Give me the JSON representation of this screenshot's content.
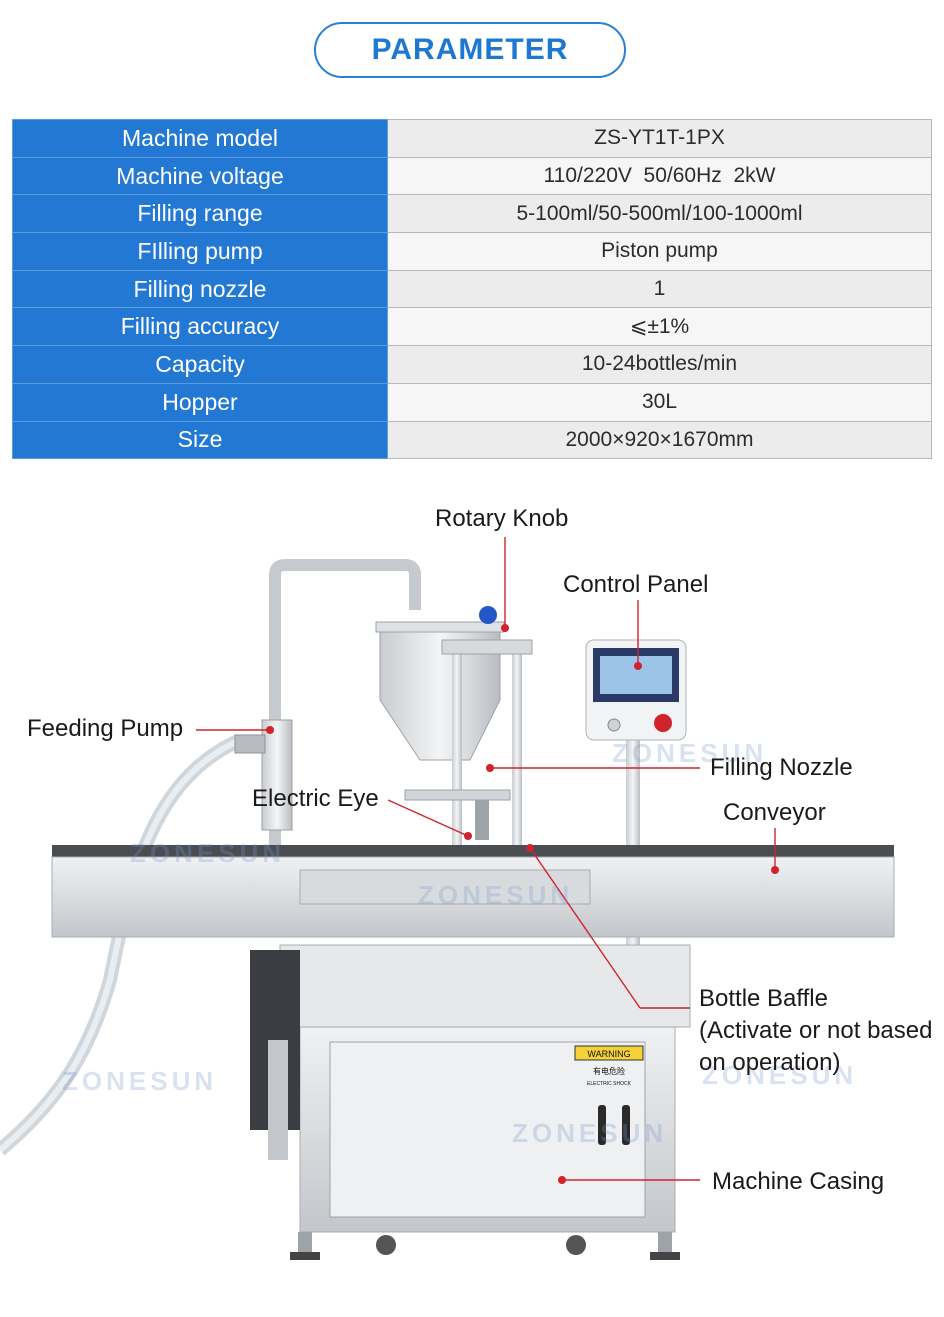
{
  "header": {
    "title": "PARAMETER"
  },
  "parameters": [
    {
      "label": "Machine model",
      "value": "ZS-YT1T-1PX"
    },
    {
      "label": "Machine voltage",
      "value": "110/220V  50/60Hz  2kW"
    },
    {
      "label": "Filling range",
      "value": "5-100ml/50-500ml/100-1000ml"
    },
    {
      "label": "FIlling pump",
      "value": "Piston pump"
    },
    {
      "label": "Filling nozzle",
      "value": "1"
    },
    {
      "label": "Filling accuracy",
      "value": "⩽±1%"
    },
    {
      "label": "Capacity",
      "value": "10-24bottles/min"
    },
    {
      "label": "Hopper",
      "value": "30L"
    },
    {
      "label": "Size",
      "value": "2000×920×1670mm"
    }
  ],
  "callouts": {
    "rotary_knob": "Rotary Knob",
    "control_panel": "Control Panel",
    "feeding_pump": "Feeding Pump",
    "filling_nozzle": "Filling Nozzle",
    "electric_eye": "Electric Eye",
    "conveyor": "Conveyor",
    "bottle_baffle": "Bottle Baffle\n(Activate or not based on operation)",
    "machine_casing": "Machine Casing"
  },
  "watermark": "ZONESUN",
  "machine_labels": {
    "warning": "WARNING",
    "shock_cn": "有电危险",
    "shock_en": "ELECTRIC SHOCK"
  },
  "colors": {
    "accent": "#2278d3",
    "callout_line": "#d0232b"
  }
}
